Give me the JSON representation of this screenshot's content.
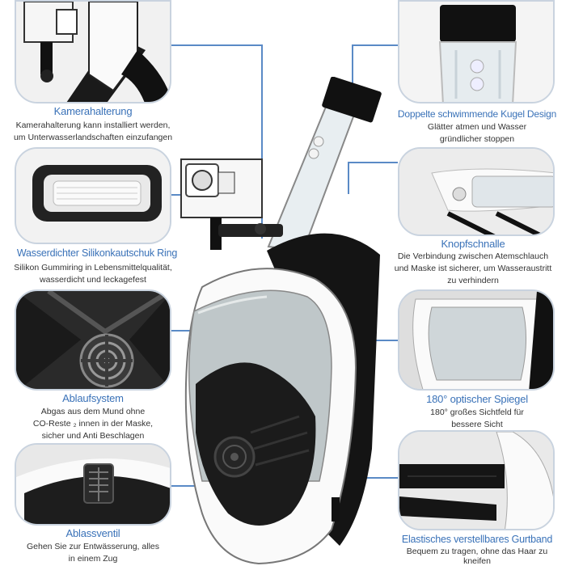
{
  "features": {
    "camera_mount": {
      "title": "Kamerahalterung",
      "desc_line1": "Kamerahalterung kann installiert werden,",
      "desc_line2": "um Unterwasserlandschaften einzufangen"
    },
    "silicone_ring": {
      "title": "Wasserdichter Silikonkautschuk Ring",
      "desc_line1": "Silikon Gummiring in Lebensmittelqualität,",
      "desc_line2": "wasserdicht und leckagefest"
    },
    "drain_system": {
      "title": "Ablaufsystem",
      "desc_line1": "Abgas aus dem Mund ohne",
      "desc_line2": "CO-Reste ₂ innen in der Maske,",
      "desc_line3": "sicher und Anti Beschlagen"
    },
    "drain_valve": {
      "title": "Ablassventil",
      "desc_line1": "Gehen Sie zur Entwässerung, alles",
      "desc_line2": "in einem Zug"
    },
    "double_float": {
      "title": "Doppelte schwimmende Kugel Design",
      "desc_line1": "Glätter atmen und Wasser",
      "desc_line2": "gründlicher stoppen"
    },
    "button_buckle": {
      "title": "Knopfschnalle",
      "desc_line1": "Die Verbindung zwischen Atemschlauch",
      "desc_line2": "und Maske ist sicherer, um Wasseraustritt",
      "desc_line3": "zu verhindern"
    },
    "mirror": {
      "title": "180° optischer Spiegel",
      "desc_line1": "180° großes Sichtfeld für",
      "desc_line2": "bessere Sicht"
    },
    "strap": {
      "title": "Elastisches verstellbares Gurtband",
      "desc_line1": "Bequem zu tragen, ohne das Haar zu",
      "desc_line2": "kneifen"
    }
  },
  "colors": {
    "accent": "#3a72b8",
    "connector": "#5a8ac6",
    "panel_border": "#c9d3df"
  }
}
